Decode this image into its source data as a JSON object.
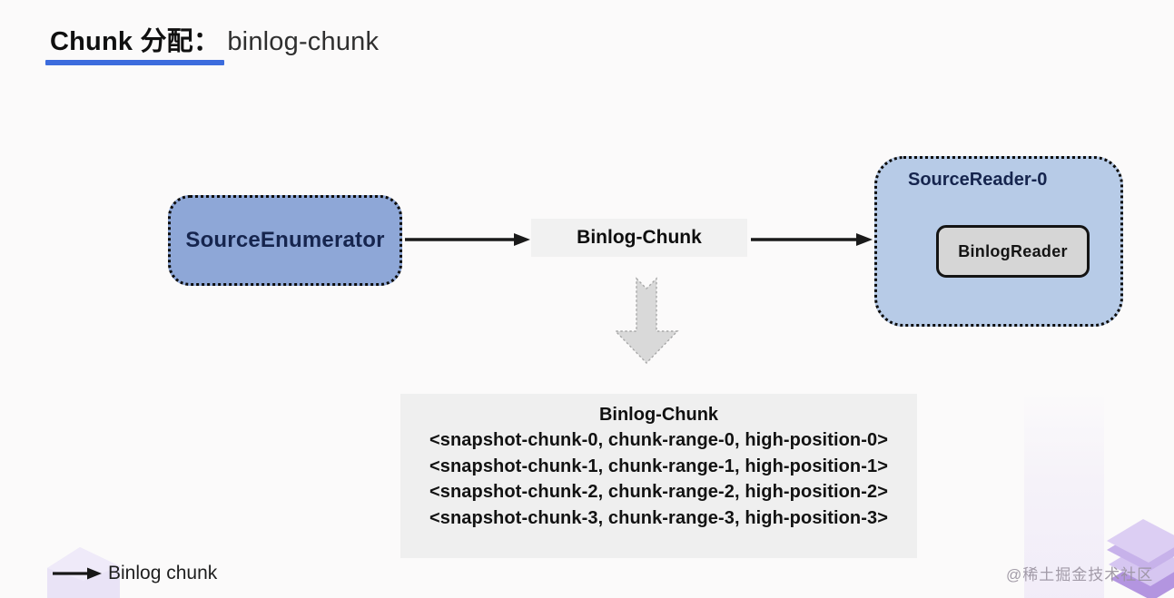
{
  "title": {
    "highlight": "Chunk 分配：",
    "rest": "binlog-chunk"
  },
  "nodes": {
    "source_enumerator": "SourceEnumerator",
    "binlog_chunk_label": "Binlog-Chunk",
    "source_reader": "SourceReader-0",
    "binlog_reader": "BinlogReader"
  },
  "detail": {
    "title": "Binlog-Chunk",
    "lines": [
      "<snapshot-chunk-0, chunk-range-0, high-position-0>",
      "<snapshot-chunk-1, chunk-range-1, high-position-1>",
      "<snapshot-chunk-2, chunk-range-2, high-position-2>",
      "<snapshot-chunk-3, chunk-range-3, high-position-3>"
    ]
  },
  "legend": {
    "label": "Binlog chunk"
  },
  "watermark": "@稀土掘金技术社区",
  "colors": {
    "bg": "#fbfafa",
    "accent": "#3c6cdd",
    "node_blue": "#8ea7d7",
    "node_blue_light": "#b7cbe7",
    "chip_gray": "#f1f1f1",
    "chip_dark": "#d6d6d6",
    "panel_gray": "#efefef",
    "arrow_black": "#1a1a1a",
    "deco_purple_light": "#e9e3f6",
    "deco_purple_mid": "#c7b2ea",
    "deco_purple_deep": "#b395e0"
  }
}
